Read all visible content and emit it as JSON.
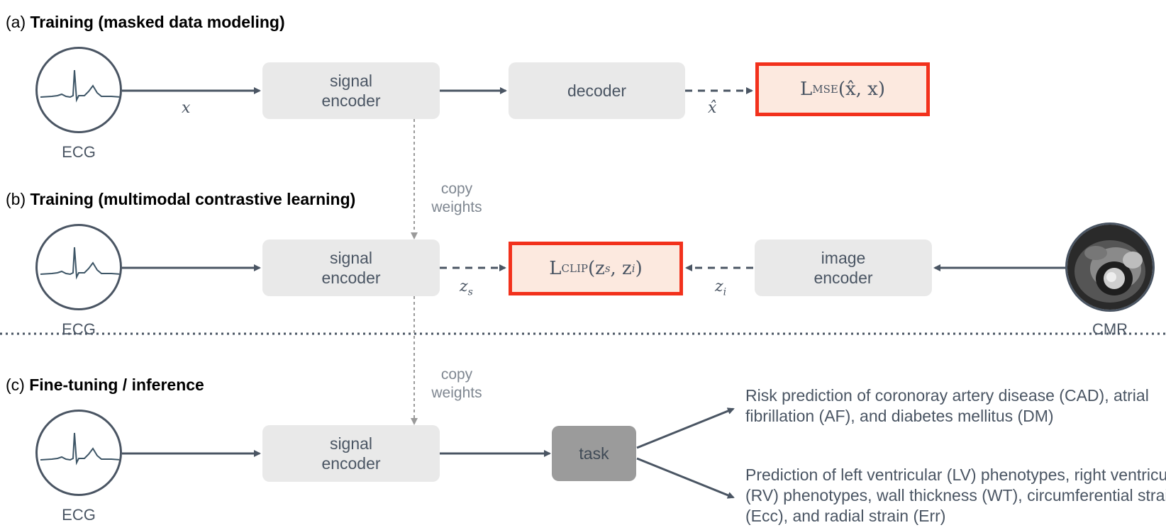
{
  "sections": {
    "a": {
      "prefix": "(a)",
      "title": "Training (masked data modeling)"
    },
    "b": {
      "prefix": "(b)",
      "title": "Training (multimodal contrastive learning)"
    },
    "c": {
      "prefix": "(c)",
      "title": "Fine-tuning / inference"
    }
  },
  "modalities": {
    "ecg": "ECG",
    "cmr": "CMR"
  },
  "boxes": {
    "signal_encoder": "signal\nencoder",
    "decoder": "decoder",
    "image_encoder": "image\nencoder",
    "task": "task"
  },
  "losses": {
    "mse": {
      "name": "L",
      "sub": "MSE",
      "args": "(x̂, x)"
    },
    "clip": {
      "name": "L",
      "sub": "CLIP",
      "args": "(z",
      "args2": ", z",
      "args3": ")"
    }
  },
  "variables": {
    "x": "x",
    "x_hat": "x̂",
    "z": "z",
    "s": "s",
    "i": "i"
  },
  "copy_weights": "copy\nweights",
  "outputs": {
    "risk": "Risk prediction of coronoray artery disease (CAD), atrial fibrillation (AF), and diabetes mellitus (DM)",
    "phenotypes": "Prediction of left ventricular (LV) phenotypes, right ventricular (RV) phenotypes, wall thickness (WT), circumferential strain (Ecc), and radial strain (Err)"
  },
  "colors": {
    "arrow": "#4a5563",
    "loss_border": "#f2311c",
    "loss_fill": "#fce9df",
    "box_fill": "#e9e9e9",
    "task_fill": "#9b9b9b"
  }
}
